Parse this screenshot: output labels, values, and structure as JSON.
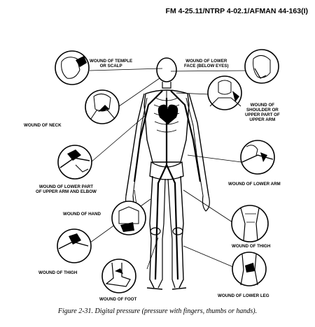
{
  "header": {
    "title": "FM 4-25.11/NTRP 4-02.1/AFMAN 44-163(I)"
  },
  "labels": {
    "temple": "WOUND OF TEMPLE\nOR SCALP",
    "lower_face": "WOUND OF LOWER\nFACE (BELOW EYES)",
    "neck": "WOUND OF NECK",
    "shoulder": "WOUND OF\nSHOULDER OR\nUPPER PART OF\nUPPER ARM",
    "lower_upper_arm": "WOUND OF LOWER PART\nOF UPPER ARM AND ELBOW",
    "lower_arm": "WOUND OF LOWER ARM",
    "hand": "WOUND OF HAND",
    "thigh_right": "WOUND OF THIGH",
    "thigh_left": "WOUND OF THIGH",
    "lower_leg": "WOUND OF LOWER LEG",
    "foot": "WOUND OF FOOT"
  },
  "caption": "Figure 2-31. Digital pressure (pressure with fingers, thumbs or hands)."
}
